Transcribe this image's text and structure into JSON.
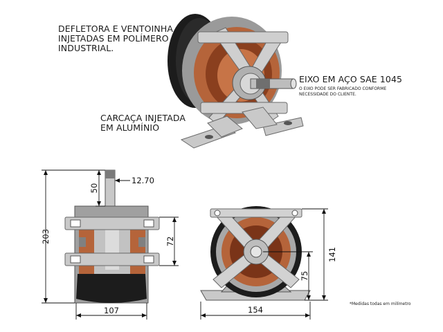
{
  "annotations": {
    "deflector": [
      "DEFLETORA E VENTOINHA",
      "INJETADAS EM POLÍMERO",
      "INDUSTRIAL."
    ],
    "housing": [
      "CARCAÇA INJETADA",
      "EM ALUMÍNIO"
    ],
    "shaft_title": "EIXO EM AÇO SAE 1045",
    "shaft_note": [
      "O EIXO PODE SER FABRICADO CONFORME",
      "NECESSIDADE DO CLIENTE."
    ],
    "units_note": "*Medidas todas em milímetro"
  },
  "dimensions": {
    "shaft_length": "50",
    "shaft_diameter": "12.70",
    "overall_height": "203",
    "foot_spacing": "72",
    "body_width": "107",
    "total_height": "141",
    "shaft_center_height": "75",
    "base_width": "154"
  },
  "colors": {
    "copper": "#b5643a",
    "copper_dark": "#7a3418",
    "steel": "#c8c8c8",
    "steel_dark": "#8a8a8a",
    "black": "#1c1c1c"
  }
}
